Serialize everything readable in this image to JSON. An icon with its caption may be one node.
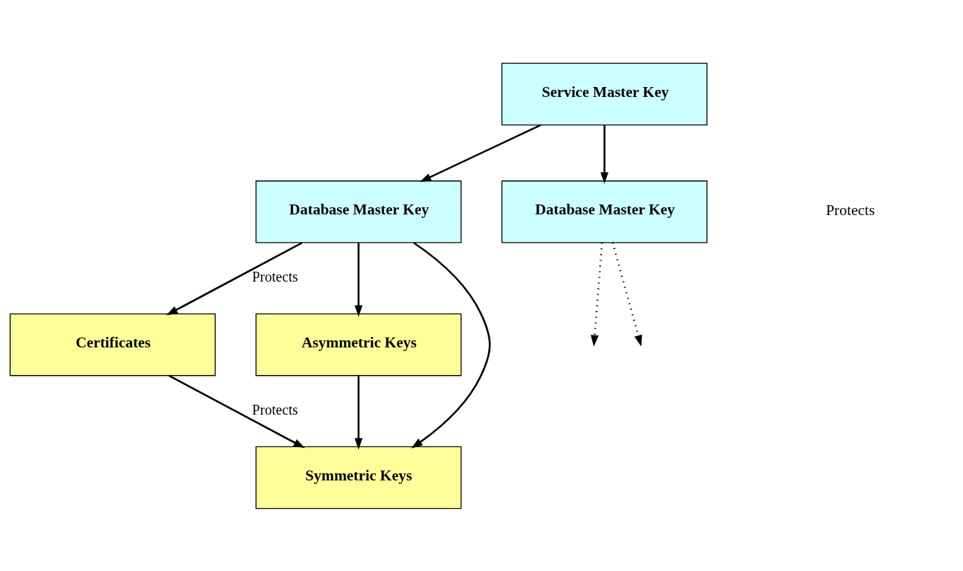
{
  "diagram": {
    "nodes": [
      {
        "text": [
          "Service Master Key"
        ]
      },
      {
        "text": [
          "Database Master Key"
        ]
      },
      {
        "text": [
          "Database Master Key"
        ]
      },
      {
        "text": [
          "Certificates"
        ]
      },
      {
        "text": [
          "Asymmetric Keys"
        ]
      },
      {
        "text": [
          "Symmetric Keys"
        ]
      }
    ],
    "edges": [
      {
        "from": 0,
        "to": 1,
        "arrow": "to"
      },
      {
        "from": 0,
        "to": 2,
        "arrow": "to"
      },
      {
        "from": 1,
        "to": 3,
        "arrow": "to",
        "label": "Protects"
      },
      {
        "from": 1,
        "to": 5,
        "arrow": "to"
      },
      {
        "from": 1,
        "to": 4,
        "arrow": "to"
      },
      {
        "from": 2,
        "to": null,
        "arrow": "to",
        "style": "dashed"
      },
      {
        "from": 2,
        "to": null,
        "arrow": "to",
        "style": "dashed"
      },
      {
        "from": 3,
        "to": 5,
        "arrow": "to",
        "label": "Protects"
      },
      {
        "from": 4,
        "to": 5,
        "arrow": "to"
      }
    ],
    "labels": [
      "Protects"
    ]
  }
}
